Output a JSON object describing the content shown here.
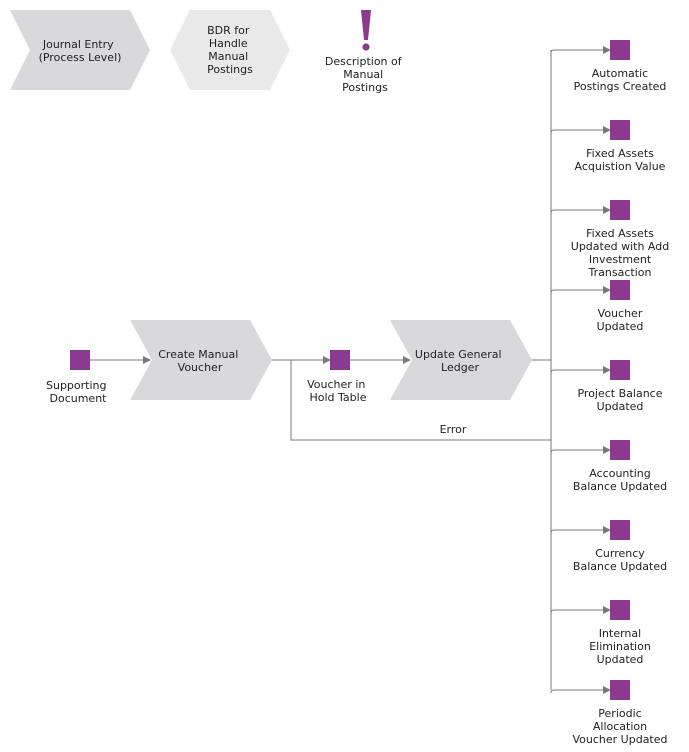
{
  "colors": {
    "event": "#8b3a8f",
    "process_fill": "#d9d9db",
    "process_fill_light": "#e9e9e9",
    "connector": "#7a7a7a",
    "note": "#8b3a8f"
  },
  "header": {
    "journal_entry": [
      "Journal Entry",
      "(Process Level)"
    ],
    "bdr": [
      "BDR for",
      "Handle",
      "Manual",
      "Postings"
    ],
    "description": [
      "Description of",
      "Manual",
      "Postings"
    ],
    "description_icon": "exclamation-icon"
  },
  "flow": {
    "supporting_document": [
      "Supporting",
      "Document"
    ],
    "create_manual_voucher": [
      "Create Manual",
      "Voucher"
    ],
    "voucher_in_hold_table": [
      "Voucher in",
      "Hold Table"
    ],
    "update_general_ledger": [
      "Update General",
      "Ledger"
    ],
    "error_label": "Error"
  },
  "outputs": [
    {
      "name": "output-automatic-postings",
      "lines": [
        "Automatic",
        "Postings Created"
      ]
    },
    {
      "name": "output-fixed-assets-acquisition",
      "lines": [
        "Fixed Assets",
        "Acquistion Value"
      ]
    },
    {
      "name": "output-fixed-assets-updated",
      "lines": [
        "Fixed Assets",
        "Updated with Add",
        "Investment",
        "Transaction"
      ]
    },
    {
      "name": "output-voucher-updated",
      "lines": [
        "Voucher",
        "Updated"
      ]
    },
    {
      "name": "output-project-balance",
      "lines": [
        "Project Balance",
        "Updated"
      ]
    },
    {
      "name": "output-accounting-balance",
      "lines": [
        "Accounting",
        "Balance Updated"
      ]
    },
    {
      "name": "output-currency-balance",
      "lines": [
        "Currency",
        "Balance Updated"
      ]
    },
    {
      "name": "output-internal-elimination",
      "lines": [
        "Internal",
        "Elimination",
        "Updated"
      ]
    },
    {
      "name": "output-periodic-allocation",
      "lines": [
        "Periodic",
        "Allocation",
        "Voucher Updated"
      ]
    }
  ]
}
